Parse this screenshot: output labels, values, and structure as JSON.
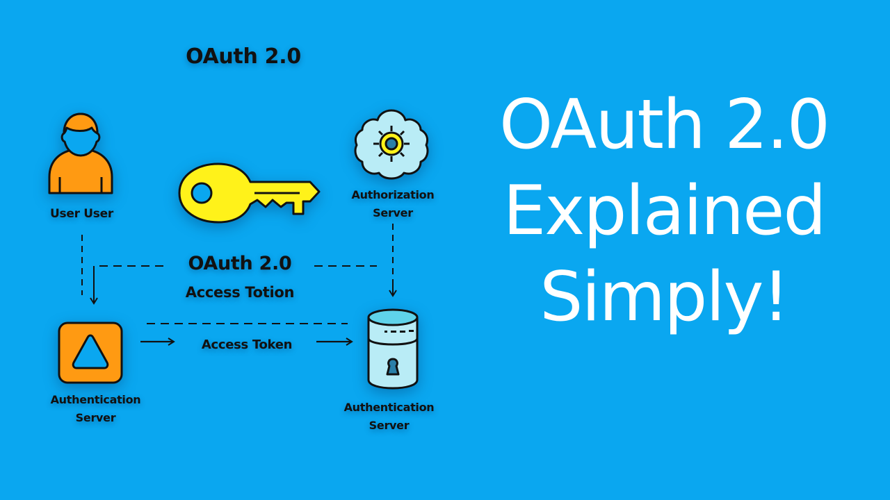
{
  "diagram": {
    "title": "OAuth 2.0",
    "nodes": {
      "user": {
        "label": "User User",
        "icon": "user-icon"
      },
      "key": {
        "icon": "key-icon"
      },
      "authorization_server": {
        "label_line1": "Authorization",
        "label_line2": "Server",
        "icon": "cloud-gear-icon"
      },
      "authentication_server_left": {
        "label_line1": "Authentication",
        "label_line2": "Server",
        "icon": "triangle-box-icon"
      },
      "authentication_server_right": {
        "label_line1": "Authentication",
        "label_line2": "Server",
        "icon": "database-lock-icon"
      }
    },
    "middle": {
      "title": "OAuth 2.0",
      "subtitle": "Access Totion"
    },
    "flow": {
      "token_label": "Access Token"
    }
  },
  "headline": {
    "line1": "OAuth 2.0",
    "line2": "Explained",
    "line3": "Simply!"
  },
  "colors": {
    "background": "#0aa7f0",
    "orange": "#ff9a12",
    "yellow": "#fff21a",
    "cyan_light": "#b9ecf6",
    "outline": "#111111",
    "headline_text": "#ffffff"
  }
}
